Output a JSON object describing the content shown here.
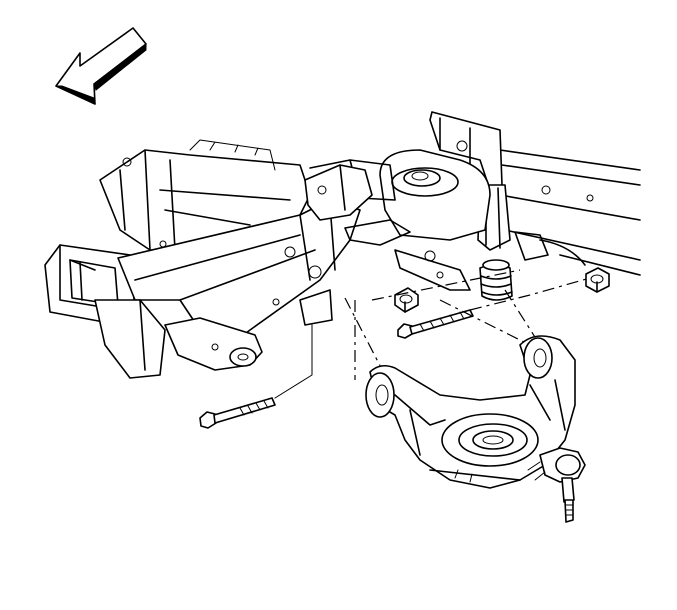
{
  "diagram": {
    "kind": "exploded-view",
    "labels": [],
    "components": [
      "direction-arrow",
      "frame-rail",
      "crossmember",
      "upper-control-arm-bracket",
      "shock-mount",
      "bump-stop",
      "lower-control-arm",
      "ball-joint",
      "pivot-bolt-front",
      "pivot-bolt-rear",
      "nut-left",
      "nut-right",
      "alignment-lines"
    ]
  }
}
